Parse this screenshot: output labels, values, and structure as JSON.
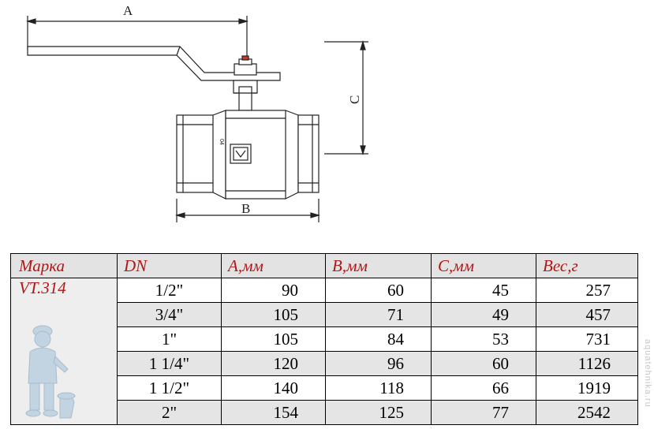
{
  "drawing": {
    "dimension_a": "A",
    "dimension_b": "B",
    "dimension_c": "C",
    "body_marking": "04"
  },
  "table": {
    "headers": [
      "Марка",
      "DN",
      "A,мм",
      "B,мм",
      "C,мм",
      "Вес,г"
    ],
    "brand": "VT.314",
    "rows": [
      {
        "dn": "1/2\"",
        "a": "90",
        "b": "60",
        "c": "45",
        "weight": "257"
      },
      {
        "dn": "3/4\"",
        "a": "105",
        "b": "71",
        "c": "49",
        "weight": "457"
      },
      {
        "dn": "1\"",
        "a": "105",
        "b": "84",
        "c": "53",
        "weight": "731"
      },
      {
        "dn": "1 1/4\"",
        "a": "120",
        "b": "96",
        "c": "60",
        "weight": "1126"
      },
      {
        "dn": "1 1/2\"",
        "a": "140",
        "b": "118",
        "c": "66",
        "weight": "1919"
      },
      {
        "dn": "2\"",
        "a": "154",
        "b": "125",
        "c": "77",
        "weight": "2542"
      }
    ]
  },
  "watermark": "aquatehnika.ru",
  "colors": {
    "header_text": "#b11616",
    "line": "#222222",
    "stripe": "#e5e5e5",
    "mascot": "#9fbfd8"
  }
}
